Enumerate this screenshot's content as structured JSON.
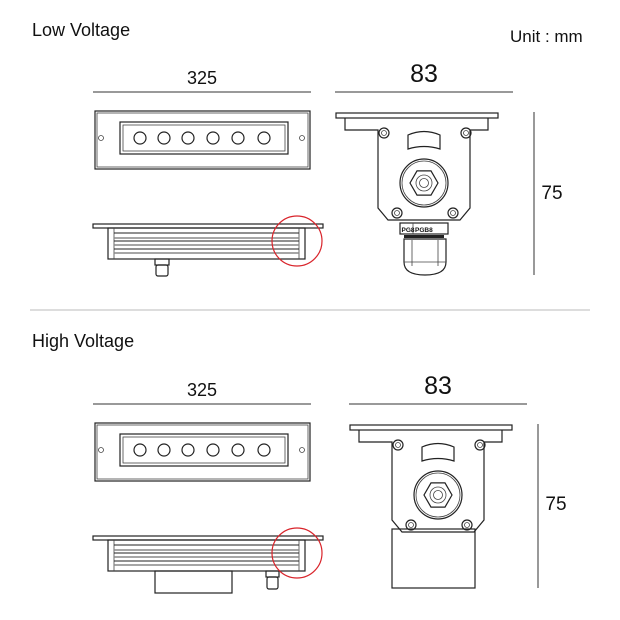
{
  "unit_label": "Unit : mm",
  "sections": [
    {
      "title": "Low Voltage",
      "length": "325",
      "width": "83",
      "height": "75",
      "gland_labels": [
        "PG8",
        "PGB8"
      ],
      "variant": "low"
    },
    {
      "title": "High Voltage",
      "length": "325",
      "width": "83",
      "height": "75",
      "variant": "high"
    }
  ],
  "colors": {
    "line": "#222222",
    "highlight": "#d9242b",
    "divider": "#bbbbbb"
  }
}
